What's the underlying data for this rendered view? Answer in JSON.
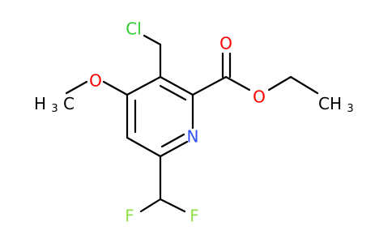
{
  "molecule": {
    "atoms": {
      "cl": {
        "text": "Cl",
        "color": "#33CC33"
      },
      "o_methoxy": {
        "text": "O",
        "color": "#FF0000"
      },
      "ch3_left": {
        "main": "H",
        "sub": "3",
        "tail": "C",
        "color": "#000000"
      },
      "n_ring": {
        "text": "N",
        "color": "#3050F8"
      },
      "o_carbonyl": {
        "text": "O",
        "color": "#FF0000"
      },
      "o_ester": {
        "text": "O",
        "color": "#FF0000"
      },
      "ch3_right": {
        "main": "CH",
        "sub": "3",
        "color": "#000000"
      },
      "f_left": {
        "text": "F",
        "color": "#90E050"
      },
      "f_right": {
        "text": "F",
        "color": "#90E050"
      }
    }
  }
}
